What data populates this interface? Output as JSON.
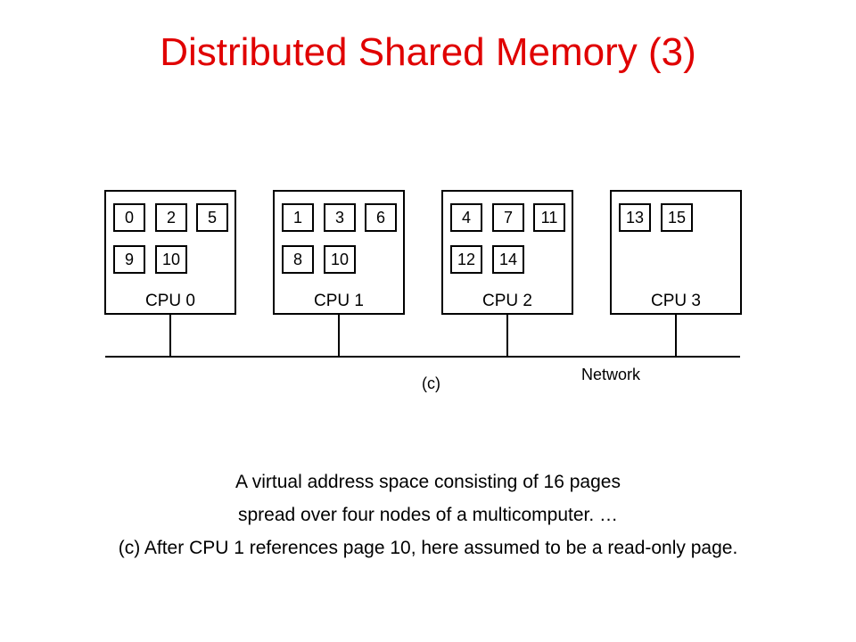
{
  "slide": {
    "title": "Distributed Shared Memory (3)"
  },
  "diagram": {
    "nodes": [
      {
        "label": "CPU 0",
        "pages": [
          "0",
          "2",
          "5",
          "9",
          "10"
        ]
      },
      {
        "label": "CPU 1",
        "pages": [
          "1",
          "3",
          "6",
          "8",
          "10"
        ]
      },
      {
        "label": "CPU 2",
        "pages": [
          "4",
          "7",
          "11",
          "12",
          "14"
        ]
      },
      {
        "label": "CPU 3",
        "pages": [
          "13",
          "15"
        ]
      }
    ],
    "network_label": "Network",
    "sublabel": "(c)"
  },
  "caption": {
    "line1": "A virtual address space consisting of 16 pages",
    "line2": "spread over four nodes of a multicomputer.  …",
    "line3": "(c) After CPU 1 references page 10, here assumed to be a read-only page."
  }
}
